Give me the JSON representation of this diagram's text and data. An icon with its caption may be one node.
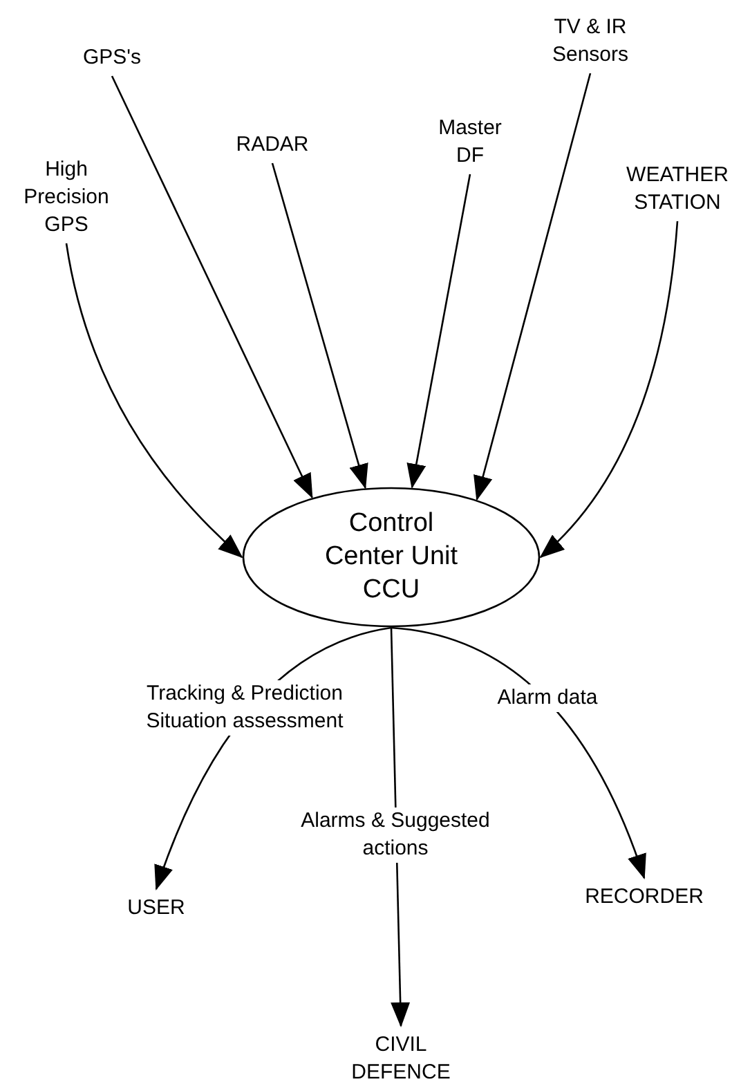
{
  "diagram": {
    "nodes": [
      {
        "text": [
          "GPS's"
        ]
      },
      {
        "text": [
          "TV & IR Sensors"
        ]
      },
      {
        "text": [
          "RADAR"
        ]
      },
      {
        "text": [
          "Master DF"
        ]
      },
      {
        "text": [
          "High Precision GPS"
        ]
      },
      {
        "text": [
          "WEATHER STATION"
        ]
      },
      {
        "text": [
          "Control Center Unit CCU"
        ]
      },
      {
        "text": [
          "USER"
        ]
      },
      {
        "text": [
          "RECORDER"
        ]
      },
      {
        "text": [
          "CIVIL DEFENCE"
        ]
      }
    ],
    "edges": [
      {
        "from": 4,
        "to": 6,
        "arrow": "to"
      },
      {
        "from": 0,
        "to": 6,
        "arrow": "to"
      },
      {
        "from": 2,
        "to": 6,
        "arrow": "to"
      },
      {
        "from": 3,
        "to": 6,
        "arrow": "to"
      },
      {
        "from": 1,
        "to": 6,
        "arrow": "to"
      },
      {
        "from": 5,
        "to": 6,
        "arrow": "to"
      },
      {
        "from": 6,
        "to": 7,
        "arrow": "to",
        "label": "Tracking & Prediction Situation assessment"
      },
      {
        "from": 6,
        "to": 9,
        "arrow": "to",
        "label": "Alarms & Suggested actions"
      },
      {
        "from": 6,
        "to": 8,
        "arrow": "to",
        "label": "Alarm data"
      }
    ]
  }
}
